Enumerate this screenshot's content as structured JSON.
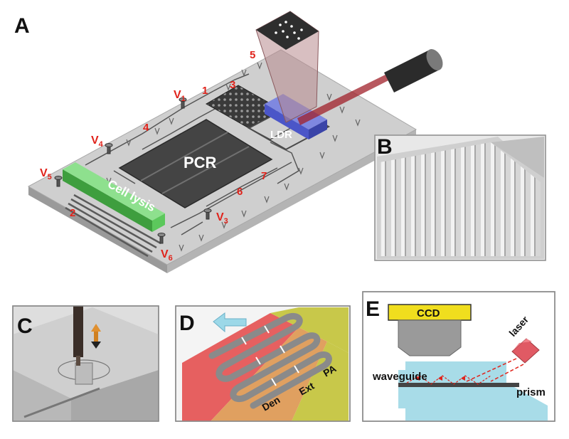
{
  "panels": {
    "a": {
      "letter": "A"
    },
    "b": {
      "letter": "B"
    },
    "c": {
      "letter": "C"
    },
    "d": {
      "letter": "D"
    },
    "e": {
      "letter": "E"
    }
  },
  "chip": {
    "pcr_label": "PCR",
    "lysis_label": "Cell lysis",
    "ldr_label": "LDR",
    "numbers": [
      "1",
      "2",
      "3",
      "4",
      "5",
      "6",
      "7"
    ],
    "valves": [
      {
        "v": "V",
        "sub": "1"
      },
      {
        "v": "V",
        "sub": "3"
      },
      {
        "v": "V",
        "sub": "4"
      },
      {
        "v": "V",
        "sub": "5"
      },
      {
        "v": "V",
        "sub": "6"
      }
    ]
  },
  "panel_d": {
    "zones": [
      "Den",
      "Ext",
      "PA"
    ]
  },
  "panel_e": {
    "ccd": "CCD",
    "laser": "laser",
    "waveguide": "waveguide",
    "prism": "prism"
  },
  "colors": {
    "chip_top": "#c9c9c9",
    "chip_side": "#9a9a9a",
    "pcr": "#4a4a4a",
    "lysis": "#5cc85c",
    "ldr": "#4b56c8",
    "beam": "#a0202a",
    "label_red": "#e0231b",
    "ccd": "#f0de1e",
    "zone_red": "#e66060",
    "zone_orange": "#e0a060",
    "zone_yellow": "#c8c84a",
    "water": "#a8dce8"
  }
}
